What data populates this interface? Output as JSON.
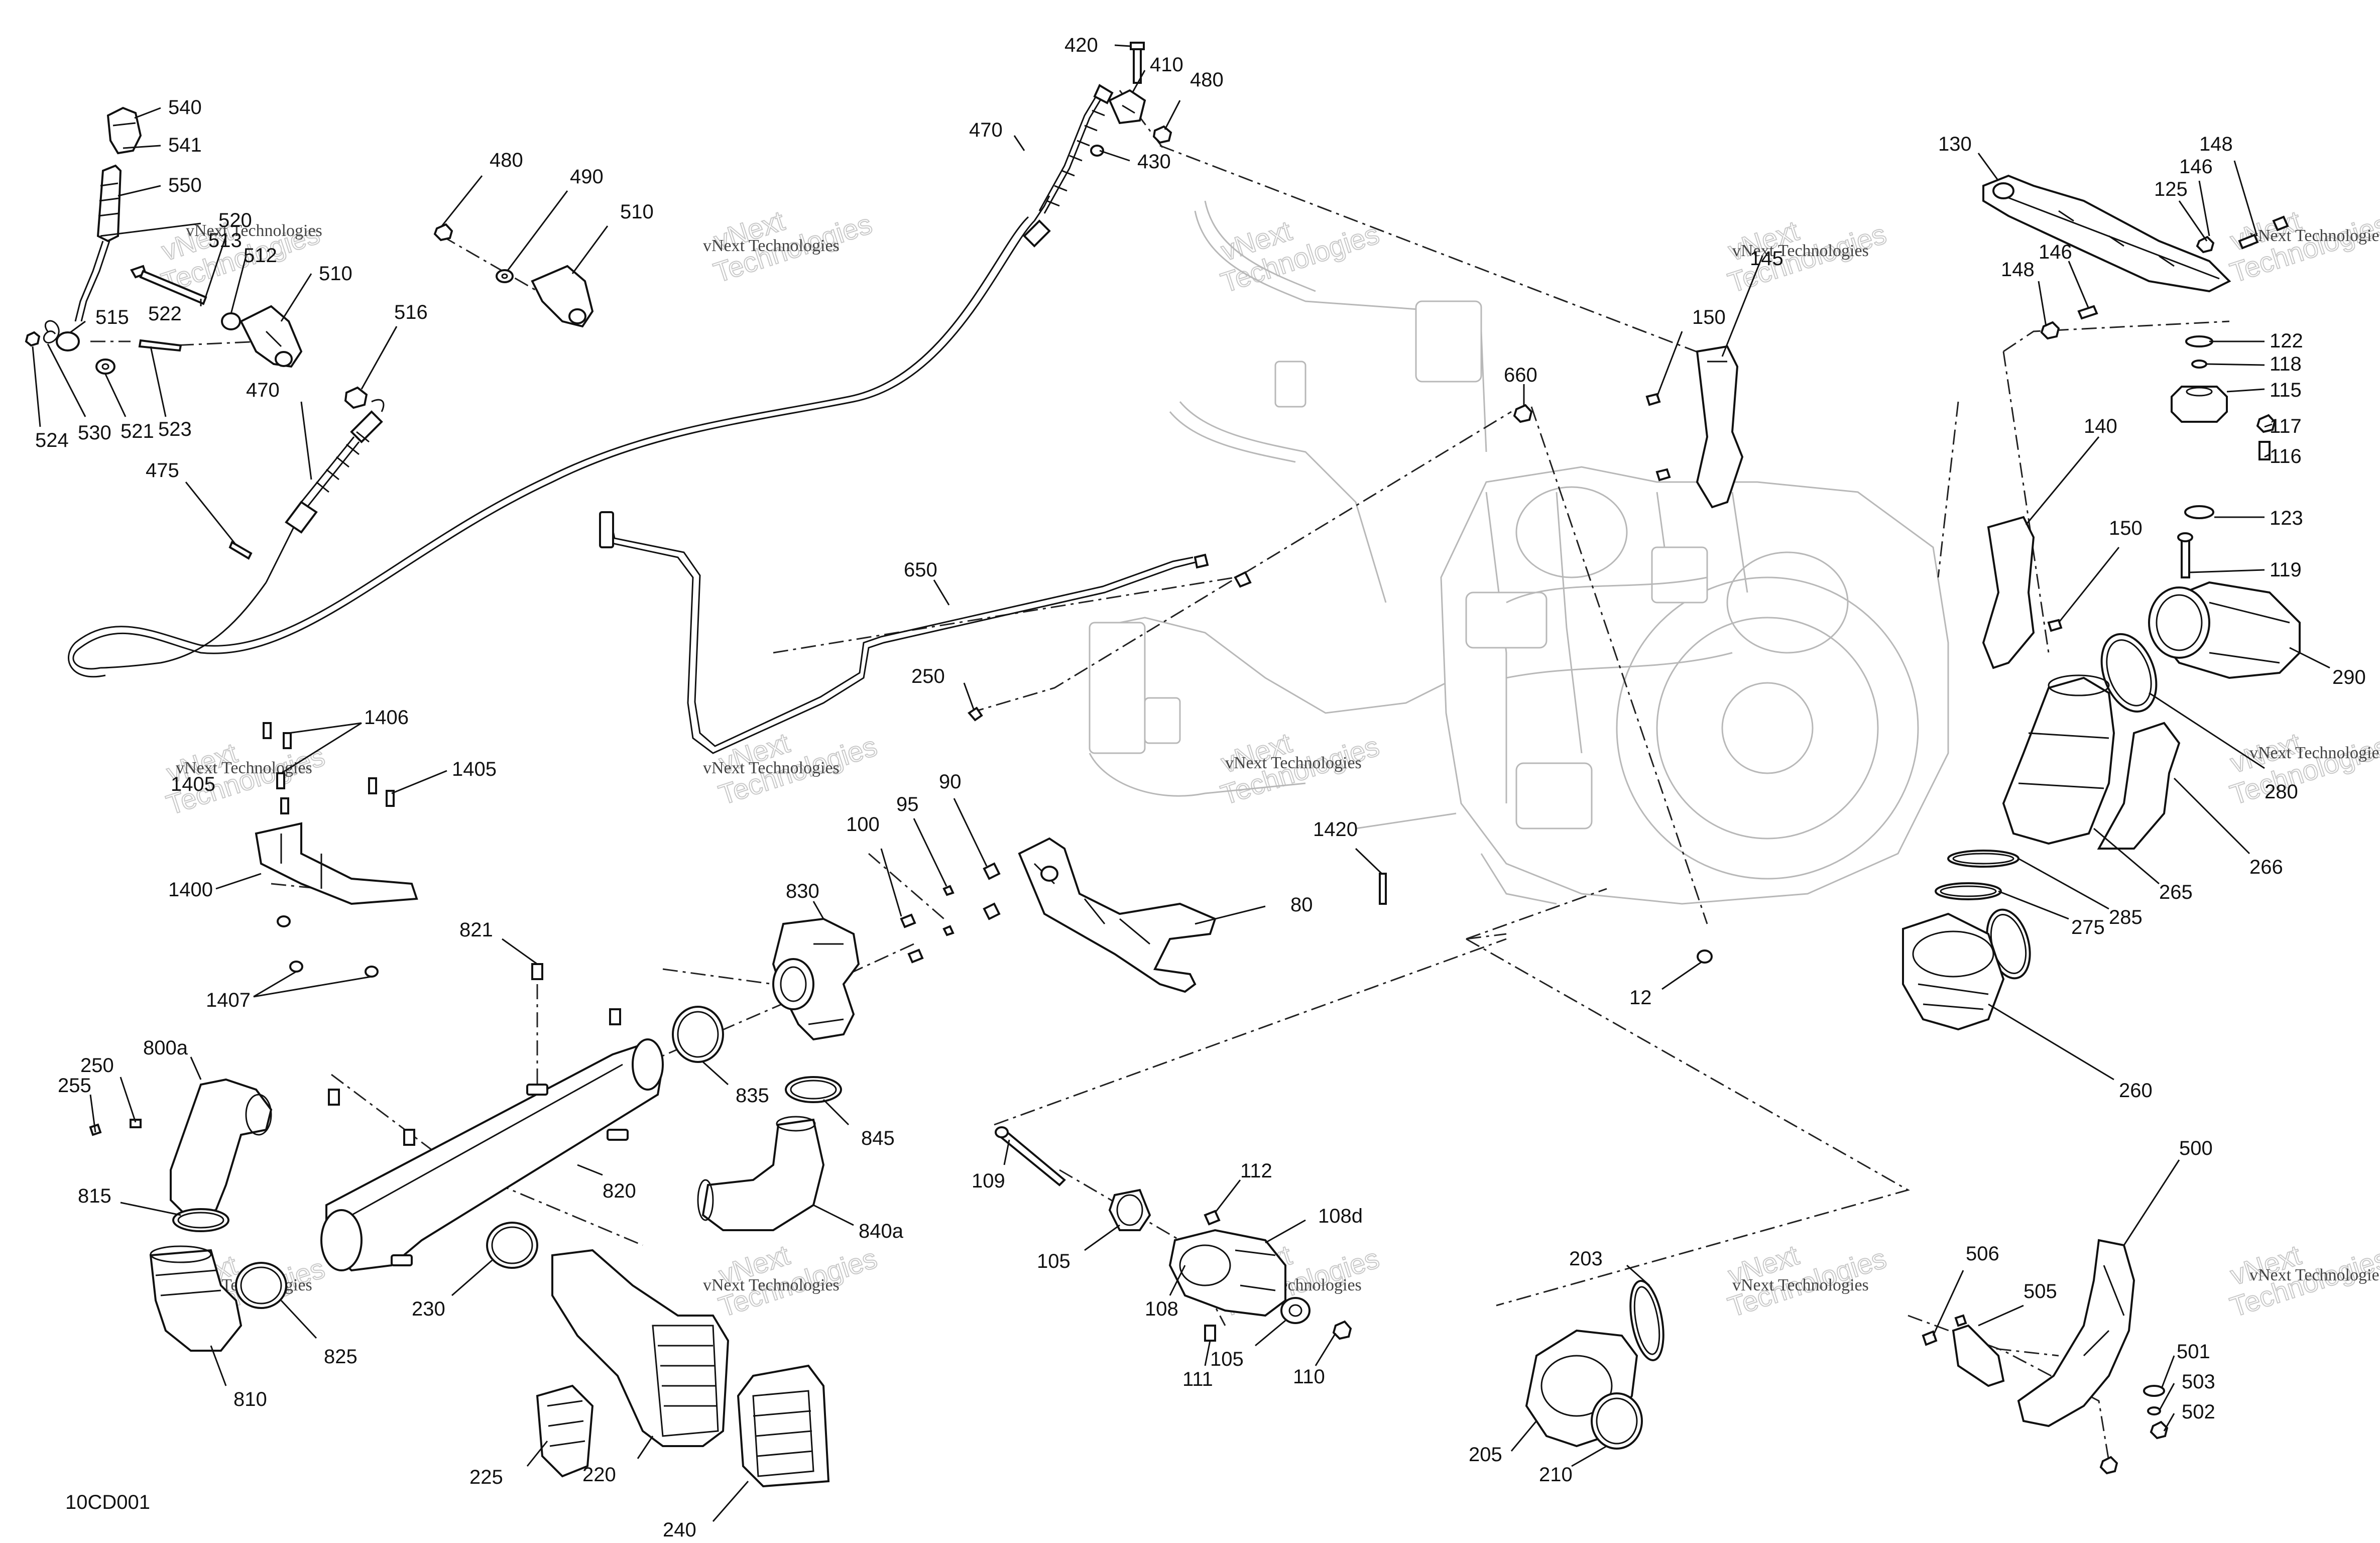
{
  "drawing_id": "10CD001",
  "watermark": {
    "line1": "vNext",
    "line2": "Technologies",
    "full": "vNext Technologies"
  },
  "callouts": {
    "c540": "540",
    "c541": "541",
    "c550": "550",
    "c520": "520",
    "c513": "513",
    "c512": "512",
    "c510a": "510",
    "c522": "522",
    "c515": "515",
    "c524": "524",
    "c530": "530",
    "c521": "521",
    "c523": "523",
    "c516": "516",
    "c470a": "470",
    "c475": "475",
    "c480a": "480",
    "c490": "490",
    "c510b": "510",
    "c420": "420",
    "c410": "410",
    "c480b": "480",
    "c470b": "470",
    "c430": "430",
    "c650": "650",
    "c250a": "250",
    "c1406": "1406",
    "c1405a": "1405",
    "c1405b": "1405",
    "c1400": "1400",
    "c1407": "1407",
    "c100": "100",
    "c95": "95",
    "c90": "90",
    "c80": "80",
    "c830": "830",
    "c821": "821",
    "c835": "835",
    "c845": "845",
    "c840a": "840a",
    "c800a": "800a",
    "c250b": "250",
    "c255": "255",
    "c820": "820",
    "c815": "815",
    "c810": "810",
    "c825": "825",
    "c230": "230",
    "c225": "225",
    "c220": "220",
    "c240": "240",
    "c109": "109",
    "c105a": "105",
    "c112": "112",
    "c108d": "108d",
    "c108": "108",
    "c111": "111",
    "c105b": "105",
    "c110": "110",
    "c1420": "1420",
    "c12": "12",
    "c660": "660",
    "c150a": "150",
    "c145": "145",
    "c130": "130",
    "c146a": "146",
    "c148a": "148",
    "c125": "125",
    "c146b": "146",
    "c148b": "148",
    "c122": "122",
    "c118": "118",
    "c115": "115",
    "c117": "117",
    "c116": "116",
    "c140": "140",
    "c150b": "150",
    "c123": "123",
    "c119": "119",
    "c290": "290",
    "c280": "280",
    "c266": "266",
    "c265": "265",
    "c285": "285",
    "c275": "275",
    "c260": "260",
    "c500": "500",
    "c506": "506",
    "c505": "505",
    "c501": "501",
    "c503": "503",
    "c502": "502",
    "c203": "203",
    "c205": "205",
    "c210": "210"
  },
  "colors": {
    "line": "#111111",
    "ghost": "#b8b8b8",
    "watermark": "#c8c8c8",
    "background": "#ffffff"
  },
  "icons": [
    "shift-lever-icon",
    "cable-icon",
    "engine-icon",
    "air-intake-icon",
    "bracket-icon",
    "pedal-icon"
  ]
}
